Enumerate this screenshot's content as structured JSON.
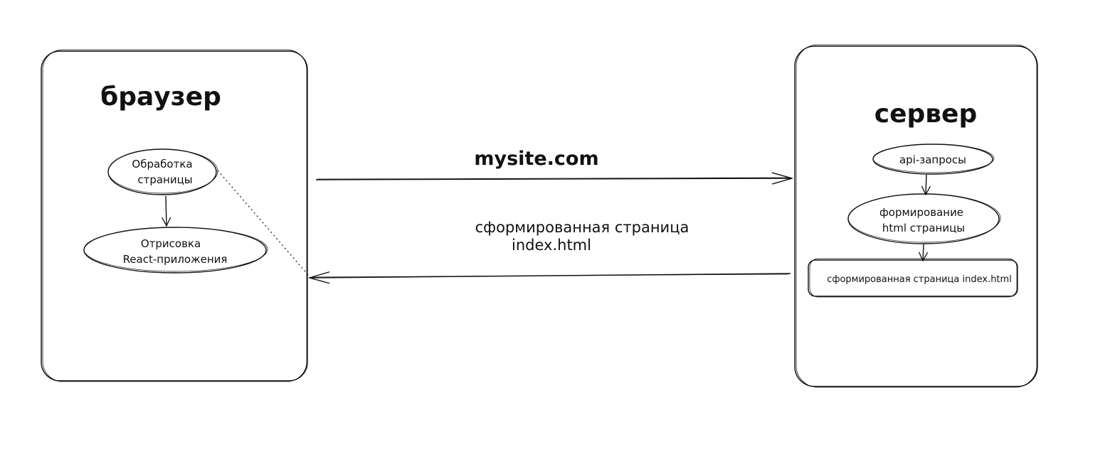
{
  "browser": {
    "title": "браузер",
    "nodes": {
      "processing": [
        "Обработка",
        "страницы"
      ],
      "rendering": [
        "Отрисовка",
        "React-приложения"
      ]
    }
  },
  "server": {
    "title": "сервер",
    "nodes": {
      "api": "api-запросы",
      "forming": [
        "формирование",
        "html страницы"
      ],
      "result_box": "сформированная страница index.html"
    }
  },
  "arrows": {
    "request_label": "mysite.com",
    "response_label": [
      "сформированная страница",
      "index.html"
    ]
  },
  "colors": {
    "stroke": "#111111",
    "background": "#ffffff"
  }
}
